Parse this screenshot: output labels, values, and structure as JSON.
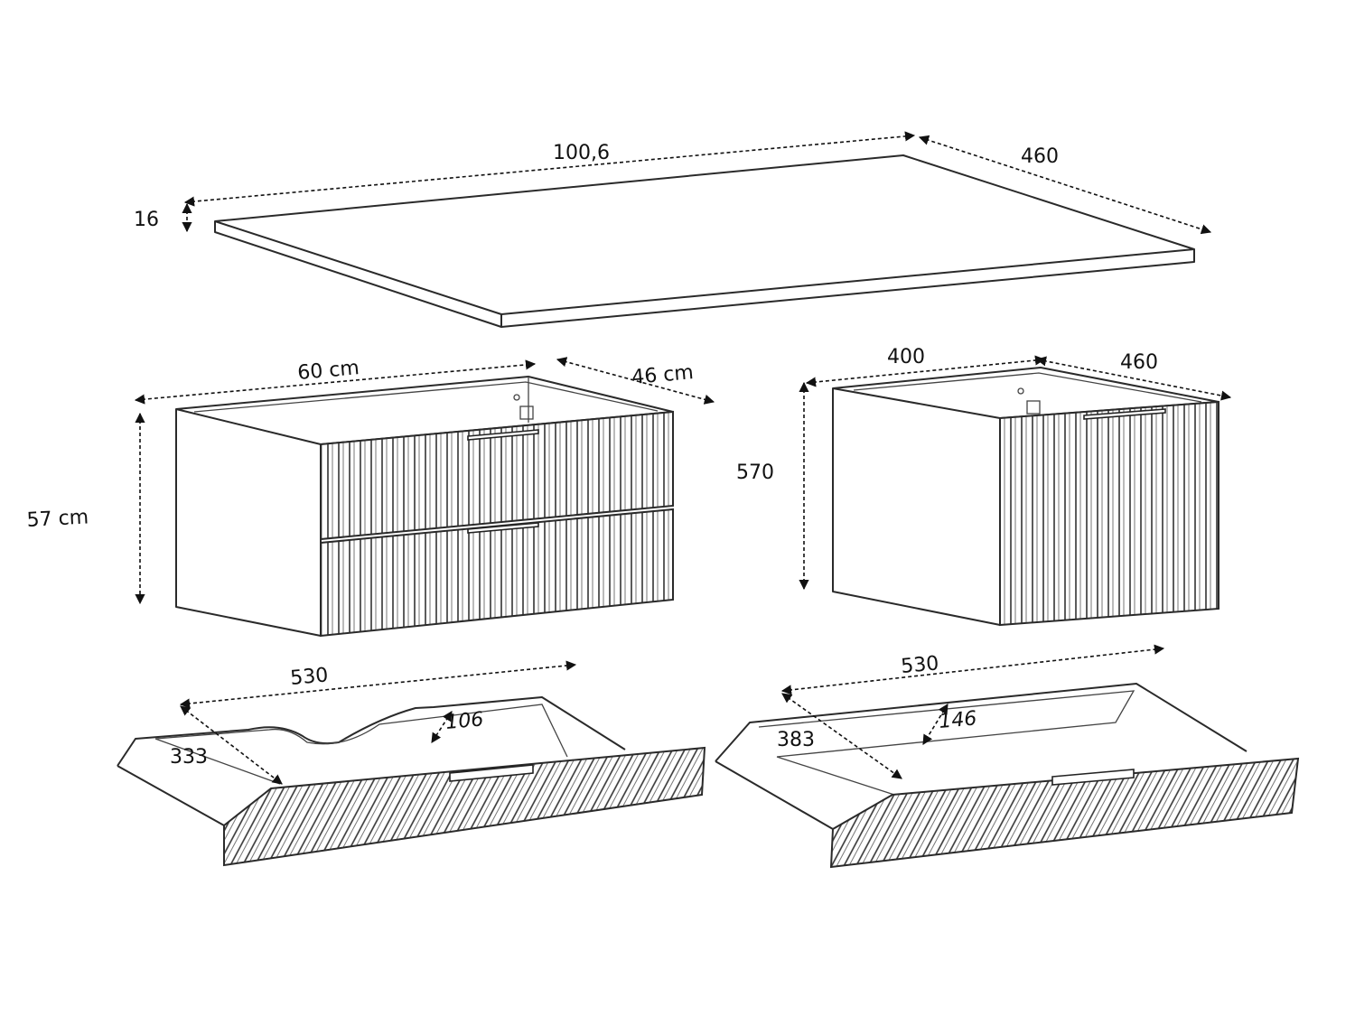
{
  "countertop": {
    "width_label": "100,6",
    "depth_label": "460",
    "thickness_label": "16"
  },
  "cabinet_60": {
    "width_label": "60 cm",
    "depth_label": "46 cm",
    "height_label": "57 cm"
  },
  "cabinet_40": {
    "width_label": "400",
    "depth_label": "460",
    "height_label": "570"
  },
  "drawer_left": {
    "width_label": "530",
    "depth_label": "333",
    "height_label": "106"
  },
  "drawer_right": {
    "width_label": "530",
    "depth_label": "383",
    "height_label": "146"
  }
}
